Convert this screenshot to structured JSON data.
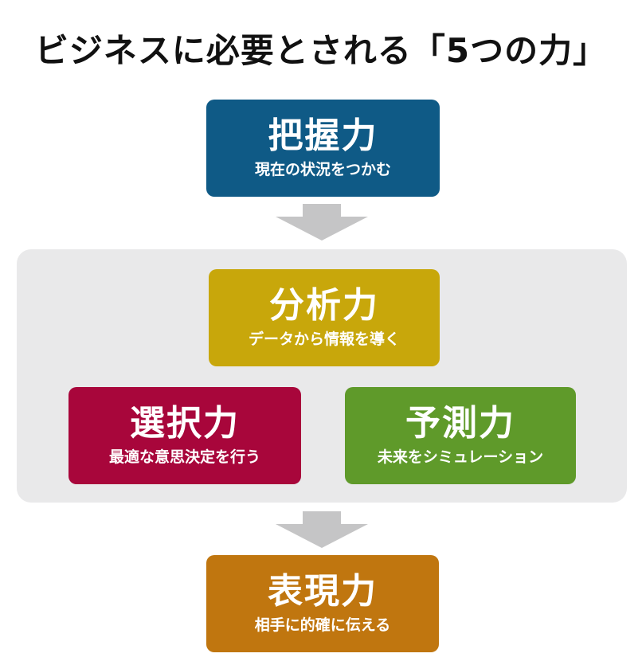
{
  "title": "ビジネスに必要とされる「5つの力」",
  "colors": {
    "haaku": "#0f5a86",
    "bunseki": "#c8a70b",
    "sentaku": "#a8063b",
    "yosoku": "#5f9a2a",
    "hyougen": "#c0760f",
    "panel": "#e9e9ea",
    "arrow": "#c5c5c6"
  },
  "nodes": {
    "haaku": {
      "name": "把握力",
      "desc": "現在の状況をつかむ"
    },
    "bunseki": {
      "name": "分析力",
      "desc": "データから情報を導く"
    },
    "sentaku": {
      "name": "選択力",
      "desc": "最適な意思決定を行う"
    },
    "yosoku": {
      "name": "予測力",
      "desc": "未来をシミュレーション"
    },
    "hyougen": {
      "name": "表現力",
      "desc": "相手に的確に伝える"
    }
  },
  "icons": [
    "down-arrow-icon",
    "down-arrow-icon"
  ]
}
